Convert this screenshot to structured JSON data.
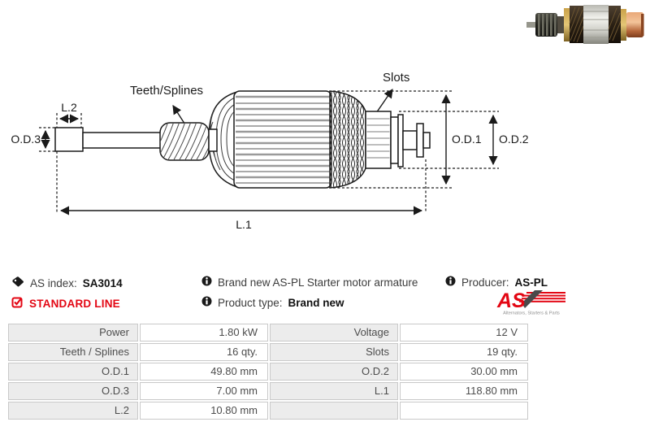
{
  "colors": {
    "accent_red": "#e30613",
    "text_dark": "#1a1a1a",
    "table_label_bg": "#ececec",
    "table_border": "#c9c9c9"
  },
  "diagram": {
    "labels": {
      "teeth_splines": "Teeth/Splines",
      "slots": "Slots",
      "l2": "L.2",
      "od3": "O.D.3",
      "od1": "O.D.1",
      "od2": "O.D.2",
      "l1": "L.1"
    }
  },
  "info": {
    "as_index_label": "AS index:",
    "as_index_value": "SA3014",
    "standard_line": "STANDARD LINE",
    "description": "Brand new AS-PL Starter motor armature",
    "product_type_label": "Product type:",
    "product_type_value": "Brand new",
    "producer_label": "Producer:",
    "producer_value": "AS-PL"
  },
  "logo": {
    "as_text": "AS",
    "tagline": "Alternators, Starters & Parts"
  },
  "spec_table": {
    "rows": [
      {
        "c0": "Power",
        "c1": "1.80 kW",
        "c2": "Voltage",
        "c3": "12 V"
      },
      {
        "c0": "Teeth / Splines",
        "c1": "16 qty.",
        "c2": "Slots",
        "c3": "19 qty."
      },
      {
        "c0": "O.D.1",
        "c1": "49.80 mm",
        "c2": "O.D.2",
        "c3": "30.00 mm"
      },
      {
        "c0": "O.D.3",
        "c1": "7.00 mm",
        "c2": "L.1",
        "c3": "118.80 mm"
      },
      {
        "c0": "L.2",
        "c1": "10.80 mm",
        "c2": "",
        "c3": ""
      }
    ]
  }
}
